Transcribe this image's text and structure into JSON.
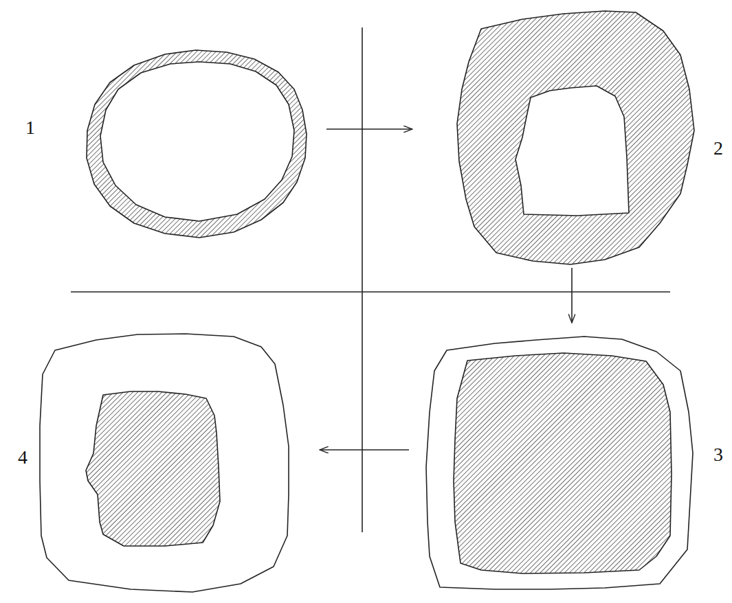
{
  "diagram": {
    "nodes": [
      {
        "text": [
          "1"
        ]
      },
      {
        "text": [
          "2"
        ]
      },
      {
        "text": [
          "3"
        ]
      },
      {
        "text": [
          "4"
        ]
      }
    ],
    "edges": [
      {
        "from": 0,
        "to": 1,
        "arrow": "to"
      },
      {
        "from": 1,
        "to": 2,
        "arrow": "to"
      },
      {
        "from": 2,
        "to": 3,
        "arrow": "to"
      }
    ]
  }
}
